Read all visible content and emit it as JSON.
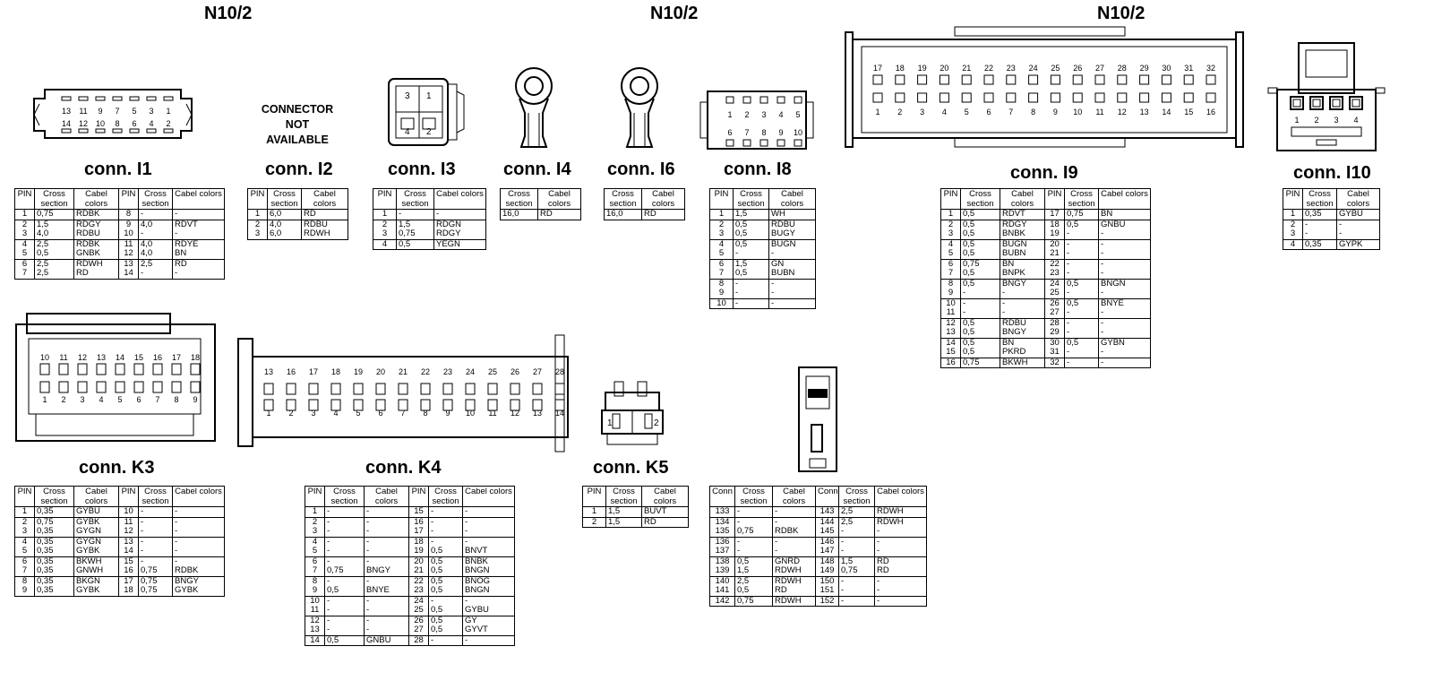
{
  "headers": [
    "N10/2",
    "N10/2",
    "N10/2"
  ],
  "not_available_text": [
    "CONNECTOR",
    "NOT",
    "AVAILABLE"
  ],
  "col": {
    "pin": "PIN",
    "conn": "Conn",
    "cross": "Cross section",
    "cabel": "Cabel colors"
  },
  "connectors": {
    "i1": {
      "title": "conn. I1",
      "pins_top": [
        "13",
        "11",
        "9",
        "7",
        "5",
        "3",
        "1"
      ],
      "pins_bottom": [
        "14",
        "12",
        "10",
        "8",
        "6",
        "4",
        "2"
      ],
      "rows": [
        [
          "1",
          "0,75",
          "RDBK",
          "8",
          "-",
          "-"
        ],
        [
          "2",
          "1,5",
          "RDGY",
          "9",
          "4,0",
          "RDVT"
        ],
        [
          "3",
          "4,0",
          "RDBU",
          "10",
          "-",
          "-"
        ],
        [
          "4",
          "2,5",
          "RDBK",
          "11",
          "4,0",
          "RDYE"
        ],
        [
          "5",
          "0,5",
          "GNBK",
          "12",
          "4,0",
          "BN"
        ],
        [
          "6",
          "2,5",
          "RDWH",
          "13",
          "2,5",
          "RD"
        ],
        [
          "7",
          "2,5",
          "RD",
          "14",
          "-",
          "-"
        ]
      ]
    },
    "i2": {
      "title": "conn. I2",
      "rows": [
        [
          "1",
          "6,0",
          "RD"
        ],
        [
          "2",
          "4,0",
          "RDBU"
        ],
        [
          "3",
          "6,0",
          "RDWH"
        ]
      ]
    },
    "i3": {
      "title": "conn. I3",
      "pins": [
        "3",
        "1",
        "4",
        "2"
      ],
      "rows": [
        [
          "1",
          "-",
          "-"
        ],
        [
          "2",
          "1,5",
          "RDGN"
        ],
        [
          "3",
          "0,75",
          "RDGY"
        ],
        [
          "4",
          "0,5",
          "YEGN"
        ]
      ]
    },
    "i4": {
      "title": "conn. I4",
      "rows": [
        [
          "16,0",
          "RD"
        ]
      ]
    },
    "i6": {
      "title": "conn. I6",
      "rows": [
        [
          "16,0",
          "RD"
        ]
      ]
    },
    "i8": {
      "title": "conn. I8",
      "pins_top": [
        "1",
        "2",
        "3",
        "4",
        "5"
      ],
      "pins_bottom": [
        "6",
        "7",
        "8",
        "9",
        "10"
      ],
      "rows": [
        [
          "1",
          "1,5",
          "WH"
        ],
        [
          "2",
          "0,5",
          "RDBU"
        ],
        [
          "3",
          "0,5",
          "BUGY"
        ],
        [
          "4",
          "0,5",
          "BUGN"
        ],
        [
          "5",
          "-",
          "-"
        ],
        [
          "6",
          "1,5",
          "GN"
        ],
        [
          "7",
          "0,5",
          "BUBN"
        ],
        [
          "8",
          "-",
          "-"
        ],
        [
          "9",
          "-",
          "-"
        ],
        [
          "10",
          "-",
          "-"
        ]
      ]
    },
    "i9": {
      "title": "conn. I9",
      "pins_top": [
        "17",
        "18",
        "19",
        "20",
        "21",
        "22",
        "23",
        "24",
        "25",
        "26",
        "27",
        "28",
        "29",
        "30",
        "31",
        "32"
      ],
      "pins_bottom": [
        "1",
        "2",
        "3",
        "4",
        "5",
        "6",
        "7",
        "8",
        "9",
        "10",
        "11",
        "12",
        "13",
        "14",
        "15",
        "16"
      ],
      "rows": [
        [
          "1",
          "0,5",
          "RDVT",
          "17",
          "0,75",
          "BN"
        ],
        [
          "2",
          "0,5",
          "RDGY",
          "18",
          "0,5",
          "GNBU"
        ],
        [
          "3",
          "0,5",
          "BNBK",
          "19",
          "-",
          "-"
        ],
        [
          "4",
          "0,5",
          "BUGN",
          "20",
          "-",
          "-"
        ],
        [
          "5",
          "0,5",
          "BUBN",
          "21",
          "-",
          "-"
        ],
        [
          "6",
          "0,75",
          "BN",
          "22",
          "-",
          "-"
        ],
        [
          "7",
          "0,5",
          "BNPK",
          "23",
          "-",
          "-"
        ],
        [
          "8",
          "0,5",
          "BNGY",
          "24",
          "0,5",
          "BNGN"
        ],
        [
          "9",
          "-",
          "-",
          "25",
          "-",
          "-"
        ],
        [
          "10",
          "-",
          "-",
          "26",
          "0,5",
          "BNYE"
        ],
        [
          "11",
          "-",
          "-",
          "27",
          "-",
          "-"
        ],
        [
          "12",
          "0,5",
          "RDBU",
          "28",
          "-",
          "-"
        ],
        [
          "13",
          "0,5",
          "BNGY",
          "29",
          "-",
          "-"
        ],
        [
          "14",
          "0,5",
          "BN",
          "30",
          "0,5",
          "GYBN"
        ],
        [
          "15",
          "0,5",
          "PKRD",
          "31",
          "-",
          "-"
        ],
        [
          "16",
          "0,75",
          "BKWH",
          "32",
          "-",
          "-"
        ]
      ]
    },
    "i10": {
      "title": "conn. I10",
      "pins": [
        "1",
        "2",
        "3",
        "4"
      ],
      "rows": [
        [
          "1",
          "0,35",
          "GYBU"
        ],
        [
          "2",
          "-",
          "-"
        ],
        [
          "3",
          "-",
          "-"
        ],
        [
          "4",
          "0,35",
          "GYPK"
        ]
      ]
    },
    "k3": {
      "title": "conn. K3",
      "pins_top": [
        "10",
        "11",
        "12",
        "13",
        "14",
        "15",
        "16",
        "17",
        "18"
      ],
      "pins_bottom": [
        "1",
        "2",
        "3",
        "4",
        "5",
        "6",
        "7",
        "8",
        "9"
      ],
      "rows": [
        [
          "1",
          "0,35",
          "GYBU",
          "10",
          "-",
          "-"
        ],
        [
          "2",
          "0,75",
          "GYBK",
          "11",
          "-",
          "-"
        ],
        [
          "3",
          "0,35",
          "GYGN",
          "12",
          "-",
          "-"
        ],
        [
          "4",
          "0,35",
          "GYGN",
          "13",
          "-",
          "-"
        ],
        [
          "5",
          "0,35",
          "GYBK",
          "14",
          "-",
          "-"
        ],
        [
          "6",
          "0,35",
          "BKWH",
          "15",
          "-",
          "-"
        ],
        [
          "7",
          "0,35",
          "GNWH",
          "16",
          "0,75",
          "RDBK"
        ],
        [
          "8",
          "0,35",
          "BKGN",
          "17",
          "0,75",
          "BNGY"
        ],
        [
          "9",
          "0,35",
          "GYBK",
          "18",
          "0,75",
          "GYBK"
        ]
      ]
    },
    "k4": {
      "title": "conn. K4",
      "pins_top": [
        "13",
        "16",
        "17",
        "18",
        "19",
        "20",
        "21",
        "22",
        "23",
        "24",
        "25",
        "26",
        "27",
        "28"
      ],
      "pins_bottom": [
        "1",
        "2",
        "3",
        "4",
        "5",
        "6",
        "7",
        "8",
        "9",
        "10",
        "11",
        "12",
        "13",
        "14"
      ],
      "rows": [
        [
          "1",
          "-",
          "-",
          "15",
          "-",
          "-"
        ],
        [
          "2",
          "-",
          "-",
          "16",
          "-",
          "-"
        ],
        [
          "3",
          "-",
          "-",
          "17",
          "-",
          "-"
        ],
        [
          "4",
          "-",
          "-",
          "18",
          "-",
          "-"
        ],
        [
          "5",
          "-",
          "-",
          "19",
          "0,5",
          "BNVT"
        ],
        [
          "6",
          "-",
          "-",
          "20",
          "0,5",
          "BNBK"
        ],
        [
          "7",
          "0,75",
          "BNGY",
          "21",
          "0,5",
          "BNGN"
        ],
        [
          "8",
          "-",
          "-",
          "22",
          "0,5",
          "BNOG"
        ],
        [
          "9",
          "0,5",
          "BNYE",
          "23",
          "0,5",
          "BNGN"
        ],
        [
          "10",
          "-",
          "-",
          "24",
          "-",
          "-"
        ],
        [
          "11",
          "-",
          "-",
          "25",
          "0,5",
          "GYBU"
        ],
        [
          "12",
          "-",
          "-",
          "26",
          "0,5",
          "GY"
        ],
        [
          "13",
          "-",
          "-",
          "27",
          "0,5",
          "GYVT"
        ],
        [
          "14",
          "0,5",
          "GNBU",
          "28",
          "-",
          "-"
        ]
      ]
    },
    "k5": {
      "title": "conn. K5",
      "pins": [
        "1",
        "2"
      ],
      "rows": [
        [
          "1",
          "1,5",
          "BUVT"
        ],
        [
          "2",
          "1,5",
          "RD"
        ]
      ]
    },
    "k6": {
      "rows": [
        [
          "133",
          "-",
          "-",
          "143",
          "2,5",
          "RDWH"
        ],
        [
          "134",
          "-",
          "-",
          "144",
          "2,5",
          "RDWH"
        ],
        [
          "135",
          "0,75",
          "RDBK",
          "145",
          "-",
          "-"
        ],
        [
          "136",
          "-",
          "-",
          "146",
          "-",
          "-"
        ],
        [
          "137",
          "-",
          "-",
          "147",
          "-",
          "-"
        ],
        [
          "138",
          "0,5",
          "GNRD",
          "148",
          "1,5",
          "RD"
        ],
        [
          "139",
          "1,5",
          "RDWH",
          "149",
          "0,75",
          "RD"
        ],
        [
          "140",
          "2,5",
          "RDWH",
          "150",
          "-",
          "-"
        ],
        [
          "141",
          "0,5",
          "RD",
          "151",
          "-",
          "-"
        ],
        [
          "142",
          "0,75",
          "RDWH",
          "152",
          "-",
          "-"
        ]
      ]
    }
  }
}
